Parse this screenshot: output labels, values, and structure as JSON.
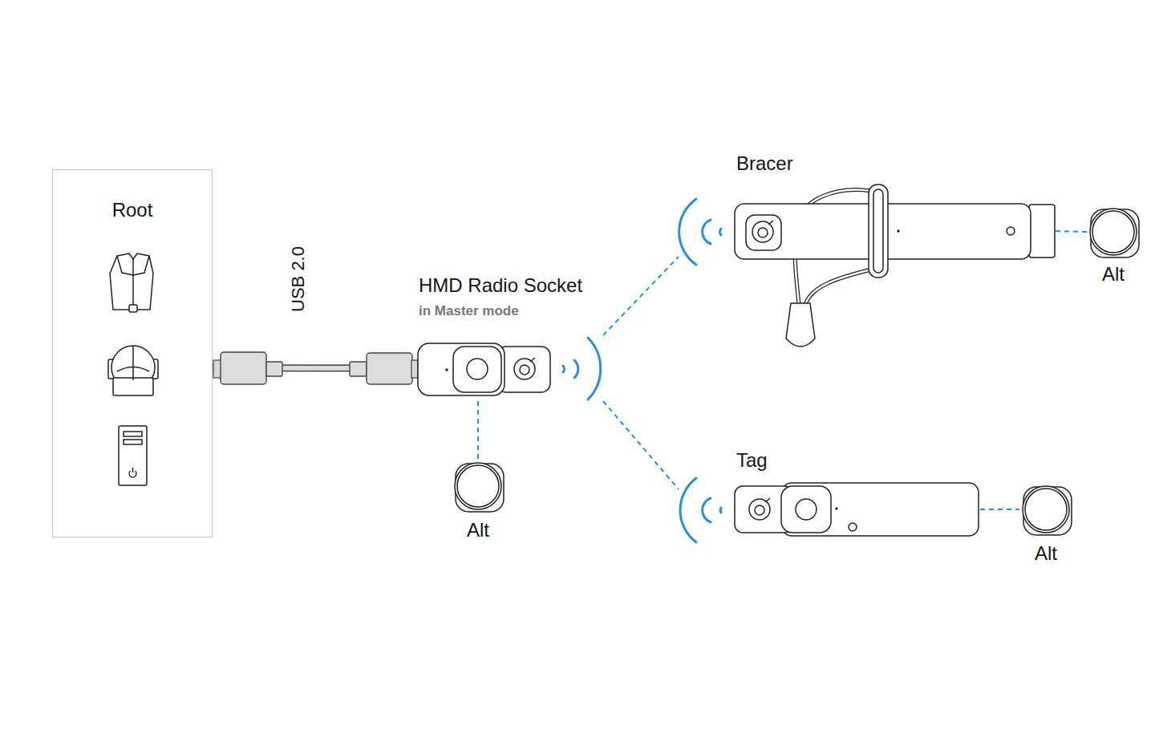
{
  "diagram": {
    "nodes": [
      {
        "text": [
          "Root"
        ]
      },
      {
        "text": [
          "HMD Radio Socket",
          "in Master mode"
        ]
      },
      {
        "text": [
          "Alt"
        ]
      },
      {
        "text": [
          "Bracer"
        ]
      },
      {
        "text": [
          "Alt"
        ]
      },
      {
        "text": [
          "Tag"
        ]
      },
      {
        "text": [
          "Alt"
        ]
      }
    ],
    "edges": [
      {
        "from": 0,
        "to": 1,
        "label": "USB 2.0",
        "arrow": "none"
      },
      {
        "from": 1,
        "to": 2,
        "arrow": "none"
      },
      {
        "from": 1,
        "to": 3,
        "arrow": "none"
      },
      {
        "from": 1,
        "to": 5,
        "arrow": "none"
      },
      {
        "from": 3,
        "to": 4,
        "arrow": "none"
      },
      {
        "from": 5,
        "to": 6,
        "arrow": "none"
      }
    ]
  }
}
